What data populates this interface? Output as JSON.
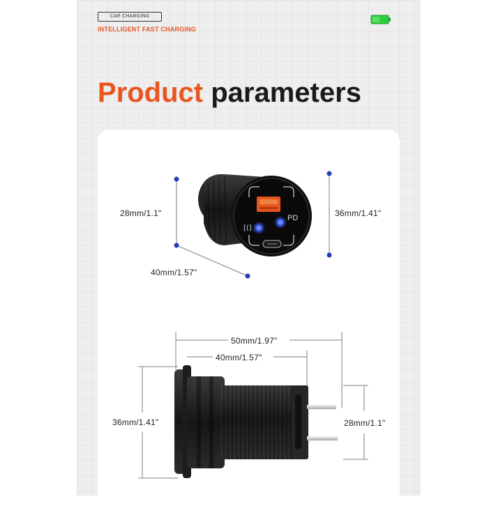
{
  "header": {
    "tag_label": "CAR CHARGING",
    "subtitle": "INTELLIGENT FAST CHARGING",
    "battery_icon": "battery-full-icon",
    "battery_color": "#2ecc40"
  },
  "title": {
    "accent": "Product",
    "rest": "parameters",
    "accent_color": "#e8551f"
  },
  "top_view": {
    "height_label": "28mm/1.1\"",
    "depth_label": "36mm/1.41\"",
    "width_label": "40mm/1.57\"",
    "port_label": "PD"
  },
  "side_view": {
    "total_length_label": "50mm/1.97\"",
    "body_length_label": "40mm/1.57\"",
    "flange_height_label": "36mm/1.41\"",
    "body_height_label": "28mm/1.1\""
  }
}
